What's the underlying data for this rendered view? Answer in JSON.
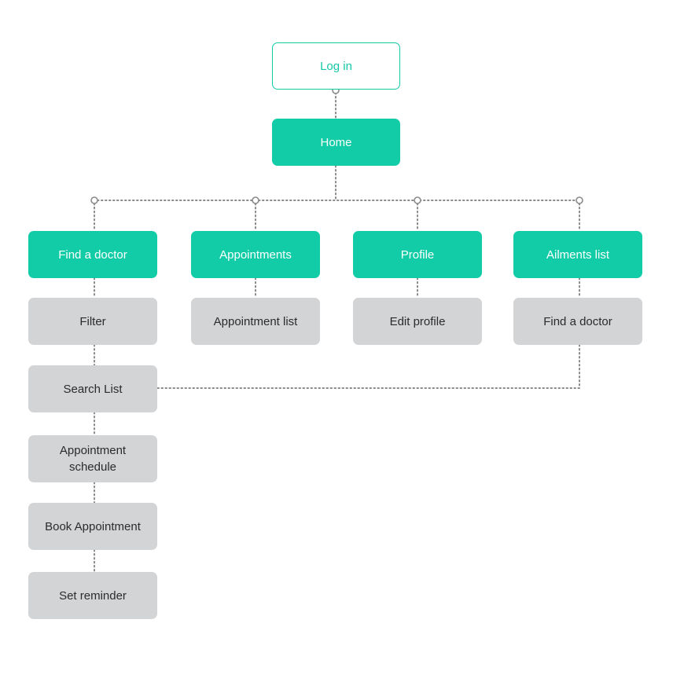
{
  "colors": {
    "accent": "#12cba7",
    "secondary": "#d3d4d6",
    "connector": "#8a8a8a"
  },
  "nodes": {
    "login": "Log in",
    "home": "Home",
    "find_doctor": "Find a doctor",
    "appointments": "Appointments",
    "profile": "Profile",
    "ailments_list": "Ailments list",
    "filter": "Filter",
    "appointment_list": "Appointment list",
    "edit_profile": "Edit profile",
    "ailments_find_doctor": "Find a doctor",
    "search_list": "Search List",
    "appointment_schedule": "Appointment schedule",
    "book_appointment": "Book Appointment",
    "set_reminder": "Set reminder"
  }
}
